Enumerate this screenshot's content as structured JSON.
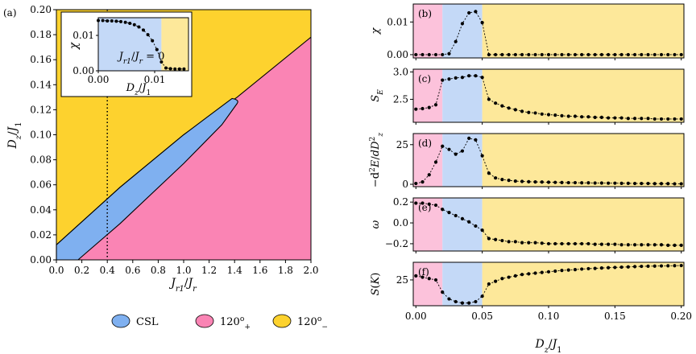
{
  "colors": {
    "csl": "#7fb0f0",
    "plus": "#fa84b4",
    "minus": "#fdd22e",
    "csl_light": "#c4d9f7",
    "plus_light": "#fcc2db",
    "minus_light": "#fde89a"
  },
  "chart_data": [
    {
      "id": "a",
      "type": "phase-diagram",
      "panel_label": "(a)",
      "xlabel": "J_{r1}/J_r",
      "ylabel": "D_z/J_1",
      "xlim": [
        0.0,
        2.0
      ],
      "ylim": [
        0.0,
        0.2
      ],
      "xticks": [
        "0.0",
        "0.2",
        "0.4",
        "0.6",
        "0.8",
        "1.0",
        "1.2",
        "1.4",
        "1.6",
        "1.8",
        "2.0"
      ],
      "yticks": [
        "0.00",
        "0.02",
        "0.04",
        "0.06",
        "0.08",
        "0.10",
        "0.12",
        "0.14",
        "0.16",
        "0.18",
        "0.20"
      ],
      "dotted_line_x": 0.4,
      "upper_boundary": [
        [
          0.0,
          0.012
        ],
        [
          0.5,
          0.058
        ],
        [
          1.0,
          0.1
        ],
        [
          1.42,
          0.13
        ],
        [
          2.0,
          0.178
        ]
      ],
      "csl_region": {
        "upper": [
          [
            0.0,
            0.012
          ],
          [
            0.5,
            0.058
          ],
          [
            1.0,
            0.1
          ],
          [
            1.38,
            0.129
          ],
          [
            1.42,
            0.128
          ]
        ],
        "lower": [
          [
            0.17,
            0.0
          ],
          [
            0.5,
            0.029
          ],
          [
            1.0,
            0.077
          ],
          [
            1.3,
            0.108
          ],
          [
            1.42,
            0.125
          ]
        ]
      },
      "legend": [
        {
          "key": "csl",
          "label": "CSL"
        },
        {
          "key": "plus",
          "label": "120°₊"
        },
        {
          "key": "minus",
          "label": "120°₋"
        }
      ],
      "inset": {
        "xlabel": "D_z/J_1",
        "ylabel": "χ",
        "annotation": "J_{r1}/J_r = 0",
        "xlim": [
          0.0,
          0.016
        ],
        "ylim": [
          0.0,
          0.015
        ],
        "xticks": [
          "0.00",
          "0.01"
        ],
        "yticks": [
          "0.00",
          "0.01"
        ],
        "csl_until": 0.0112,
        "x": [
          0.0,
          0.0008,
          0.0016,
          0.0024,
          0.0032,
          0.004,
          0.0048,
          0.0056,
          0.0064,
          0.0072,
          0.008,
          0.0088,
          0.0096,
          0.0104,
          0.0112,
          0.012,
          0.0128,
          0.0136,
          0.0144,
          0.0152
        ],
        "y": [
          0.0142,
          0.0142,
          0.0141,
          0.0141,
          0.014,
          0.0139,
          0.0137,
          0.0134,
          0.013,
          0.0124,
          0.0115,
          0.0102,
          0.0085,
          0.006,
          0.0025,
          0.0008,
          0.0006,
          0.0005,
          0.0005,
          0.0005
        ]
      }
    },
    {
      "id": "b",
      "type": "line",
      "panel_label": "(b)",
      "ylabel": "χ",
      "ylim": [
        -0.001,
        0.0155
      ],
      "yticks": [
        {
          "v": 0.0,
          "label": "0.00"
        },
        {
          "v": 0.01,
          "label": "0.01"
        }
      ],
      "x": [
        0,
        0.005,
        0.01,
        0.015,
        0.02,
        0.025,
        0.03,
        0.035,
        0.04,
        0.045,
        0.05,
        0.055,
        0.06,
        0.065,
        0.07,
        0.075,
        0.08,
        0.085,
        0.09,
        0.095,
        0.1,
        0.105,
        0.11,
        0.115,
        0.12,
        0.125,
        0.13,
        0.135,
        0.14,
        0.145,
        0.15,
        0.155,
        0.16,
        0.165,
        0.17,
        0.175,
        0.18,
        0.185,
        0.19,
        0.195,
        0.2
      ],
      "y": [
        0,
        0,
        0,
        0,
        0,
        0.0003,
        0.004,
        0.0095,
        0.0128,
        0.0132,
        0.0098,
        0,
        0,
        0,
        0,
        0,
        0,
        0,
        0,
        0,
        0,
        0,
        0,
        0,
        0,
        0,
        0,
        0,
        0,
        0,
        0,
        0,
        0,
        0,
        0,
        0,
        0,
        0,
        0,
        0,
        0
      ]
    },
    {
      "id": "c",
      "type": "line",
      "panel_label": "(c)",
      "ylabel": "S_E",
      "ylim": [
        2.08,
        3.05
      ],
      "yticks": [
        {
          "v": 2.5,
          "label": "2.5"
        },
        {
          "v": 3.0,
          "label": "3.0"
        }
      ],
      "x": [
        0,
        0.005,
        0.01,
        0.015,
        0.02,
        0.025,
        0.03,
        0.035,
        0.04,
        0.045,
        0.05,
        0.055,
        0.06,
        0.065,
        0.07,
        0.075,
        0.08,
        0.085,
        0.09,
        0.095,
        0.1,
        0.105,
        0.11,
        0.115,
        0.12,
        0.125,
        0.13,
        0.135,
        0.14,
        0.145,
        0.15,
        0.155,
        0.16,
        0.165,
        0.17,
        0.175,
        0.18,
        0.185,
        0.19,
        0.195,
        0.2
      ],
      "y": [
        2.32,
        2.33,
        2.35,
        2.4,
        2.85,
        2.87,
        2.89,
        2.9,
        2.93,
        2.93,
        2.9,
        2.5,
        2.43,
        2.38,
        2.34,
        2.31,
        2.28,
        2.26,
        2.25,
        2.23,
        2.22,
        2.21,
        2.2,
        2.19,
        2.19,
        2.18,
        2.18,
        2.17,
        2.17,
        2.16,
        2.16,
        2.16,
        2.15,
        2.15,
        2.15,
        2.15,
        2.14,
        2.14,
        2.14,
        2.14,
        2.14
      ]
    },
    {
      "id": "d",
      "type": "line",
      "panel_label": "(d)",
      "ylabel": "−d²E/dD_z²",
      "ylim": [
        -1.5,
        32
      ],
      "yticks": [
        {
          "v": 0,
          "label": "0"
        },
        {
          "v": 25,
          "label": "25"
        }
      ],
      "x": [
        0,
        0.005,
        0.01,
        0.015,
        0.02,
        0.025,
        0.03,
        0.035,
        0.04,
        0.045,
        0.05,
        0.055,
        0.06,
        0.065,
        0.07,
        0.075,
        0.08,
        0.085,
        0.09,
        0.095,
        0.1,
        0.105,
        0.11,
        0.115,
        0.12,
        0.125,
        0.13,
        0.135,
        0.14,
        0.145,
        0.15,
        0.155,
        0.16,
        0.165,
        0.17,
        0.175,
        0.18,
        0.185,
        0.19,
        0.195,
        0.2
      ],
      "y": [
        0.5,
        1.5,
        6,
        14,
        24,
        22,
        19,
        21,
        29,
        28,
        18,
        7,
        4,
        3,
        2.5,
        2,
        1.8,
        1.6,
        1.5,
        1.4,
        1.3,
        1.2,
        1.1,
        1,
        1,
        0.9,
        0.9,
        0.8,
        0.8,
        0.7,
        0.7,
        0.6,
        0.6,
        0.5,
        0.5,
        0.5,
        0.4,
        0.4,
        0.4,
        0.3,
        0.3
      ]
    },
    {
      "id": "e",
      "type": "line",
      "panel_label": "(e)",
      "ylabel": "ω",
      "ylim": [
        -0.27,
        0.24
      ],
      "yticks": [
        {
          "v": -0.2,
          "label": "−0.2"
        },
        {
          "v": 0.0,
          "label": "0.0"
        },
        {
          "v": 0.2,
          "label": "0.2"
        }
      ],
      "x": [
        0,
        0.005,
        0.01,
        0.015,
        0.02,
        0.025,
        0.03,
        0.035,
        0.04,
        0.045,
        0.05,
        0.055,
        0.06,
        0.065,
        0.07,
        0.075,
        0.08,
        0.085,
        0.09,
        0.095,
        0.1,
        0.105,
        0.11,
        0.115,
        0.12,
        0.125,
        0.13,
        0.135,
        0.14,
        0.145,
        0.15,
        0.155,
        0.16,
        0.165,
        0.17,
        0.175,
        0.18,
        0.185,
        0.19,
        0.195,
        0.2
      ],
      "y": [
        0.19,
        0.19,
        0.18,
        0.17,
        0.13,
        0.1,
        0.07,
        0.04,
        0.01,
        -0.03,
        -0.07,
        -0.15,
        -0.16,
        -0.17,
        -0.18,
        -0.18,
        -0.19,
        -0.19,
        -0.19,
        -0.195,
        -0.2,
        -0.2,
        -0.2,
        -0.2,
        -0.2,
        -0.2,
        -0.2,
        -0.205,
        -0.205,
        -0.205,
        -0.205,
        -0.21,
        -0.21,
        -0.21,
        -0.21,
        -0.21,
        -0.21,
        -0.21,
        -0.215,
        -0.215,
        -0.215
      ]
    },
    {
      "id": "f",
      "type": "line",
      "panel_label": "(f)",
      "ylabel": "S(K)",
      "ylim": [
        6,
        38
      ],
      "yticks": [
        {
          "v": 25,
          "label": "25"
        }
      ],
      "xlabel": "D_z/J_1",
      "xticks": [
        {
          "v": 0.0,
          "label": "0.00"
        },
        {
          "v": 0.05,
          "label": "0.05"
        },
        {
          "v": 0.1,
          "label": "0.10"
        },
        {
          "v": 0.15,
          "label": "0.15"
        },
        {
          "v": 0.2,
          "label": "0.20"
        }
      ],
      "x": [
        0,
        0.005,
        0.01,
        0.015,
        0.02,
        0.025,
        0.03,
        0.035,
        0.04,
        0.045,
        0.05,
        0.055,
        0.06,
        0.065,
        0.07,
        0.075,
        0.08,
        0.085,
        0.09,
        0.095,
        0.1,
        0.105,
        0.11,
        0.115,
        0.12,
        0.125,
        0.13,
        0.135,
        0.14,
        0.145,
        0.15,
        0.155,
        0.16,
        0.165,
        0.17,
        0.175,
        0.18,
        0.185,
        0.19,
        0.195,
        0.2
      ],
      "y": [
        28,
        27,
        26,
        25,
        16,
        11,
        9,
        8,
        8,
        9,
        13,
        22,
        24,
        26,
        27,
        28,
        29,
        29.5,
        30,
        30.5,
        31,
        31.5,
        32,
        32.3,
        32.6,
        33,
        33.3,
        33.5,
        33.8,
        34,
        34.2,
        34.4,
        34.6,
        34.8,
        35,
        35.1,
        35.2,
        35.3,
        35.4,
        35.5,
        35.6
      ]
    }
  ],
  "right_x": {
    "xlim": [
      -0.002,
      0.202
    ],
    "phase_bounds": [
      0.02,
      0.05
    ]
  }
}
